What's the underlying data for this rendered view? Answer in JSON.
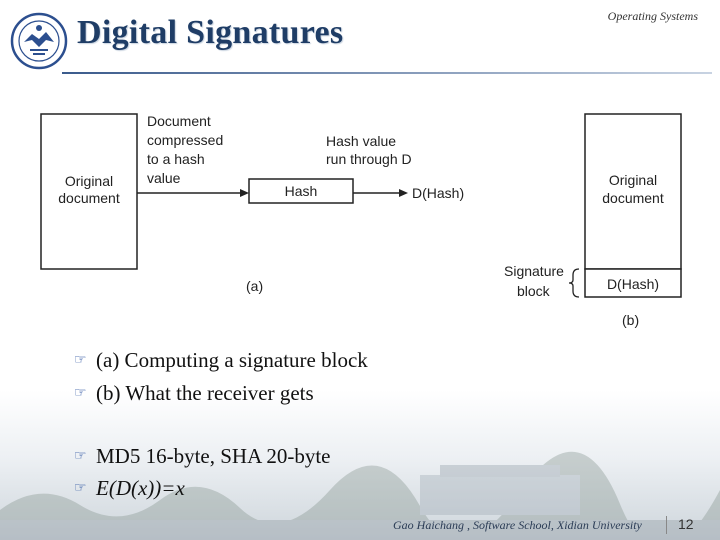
{
  "slide": {
    "title": "Digital Signatures",
    "header_note": "Operating Systems",
    "logo_icon": "university-emblem-icon",
    "accent_color": "#1f3d66"
  },
  "figure": {
    "part_a": {
      "original_document": [
        "Original",
        "document"
      ],
      "compress_note": [
        "Document",
        "compressed",
        "to a hash",
        "value"
      ],
      "hash_box": "Hash",
      "hash_note": [
        "Hash value",
        "run through D"
      ],
      "d_hash": "D(Hash)",
      "caption": "(a)"
    },
    "part_b": {
      "original_document": [
        "Original",
        "document"
      ],
      "signature_block": [
        "Signature",
        "block"
      ],
      "d_hash": "D(Hash)",
      "caption": "(b)"
    }
  },
  "bullets": [
    "(a) Computing a signature block",
    "(b) What the receiver gets",
    "MD5 16-byte,  SHA 20-byte",
    "E(D(x))=x"
  ],
  "bullet_icon": "pointing-hand-icon",
  "footer": {
    "credit": "Gao Haichang , Software School, Xidian University",
    "page_number": "12"
  }
}
